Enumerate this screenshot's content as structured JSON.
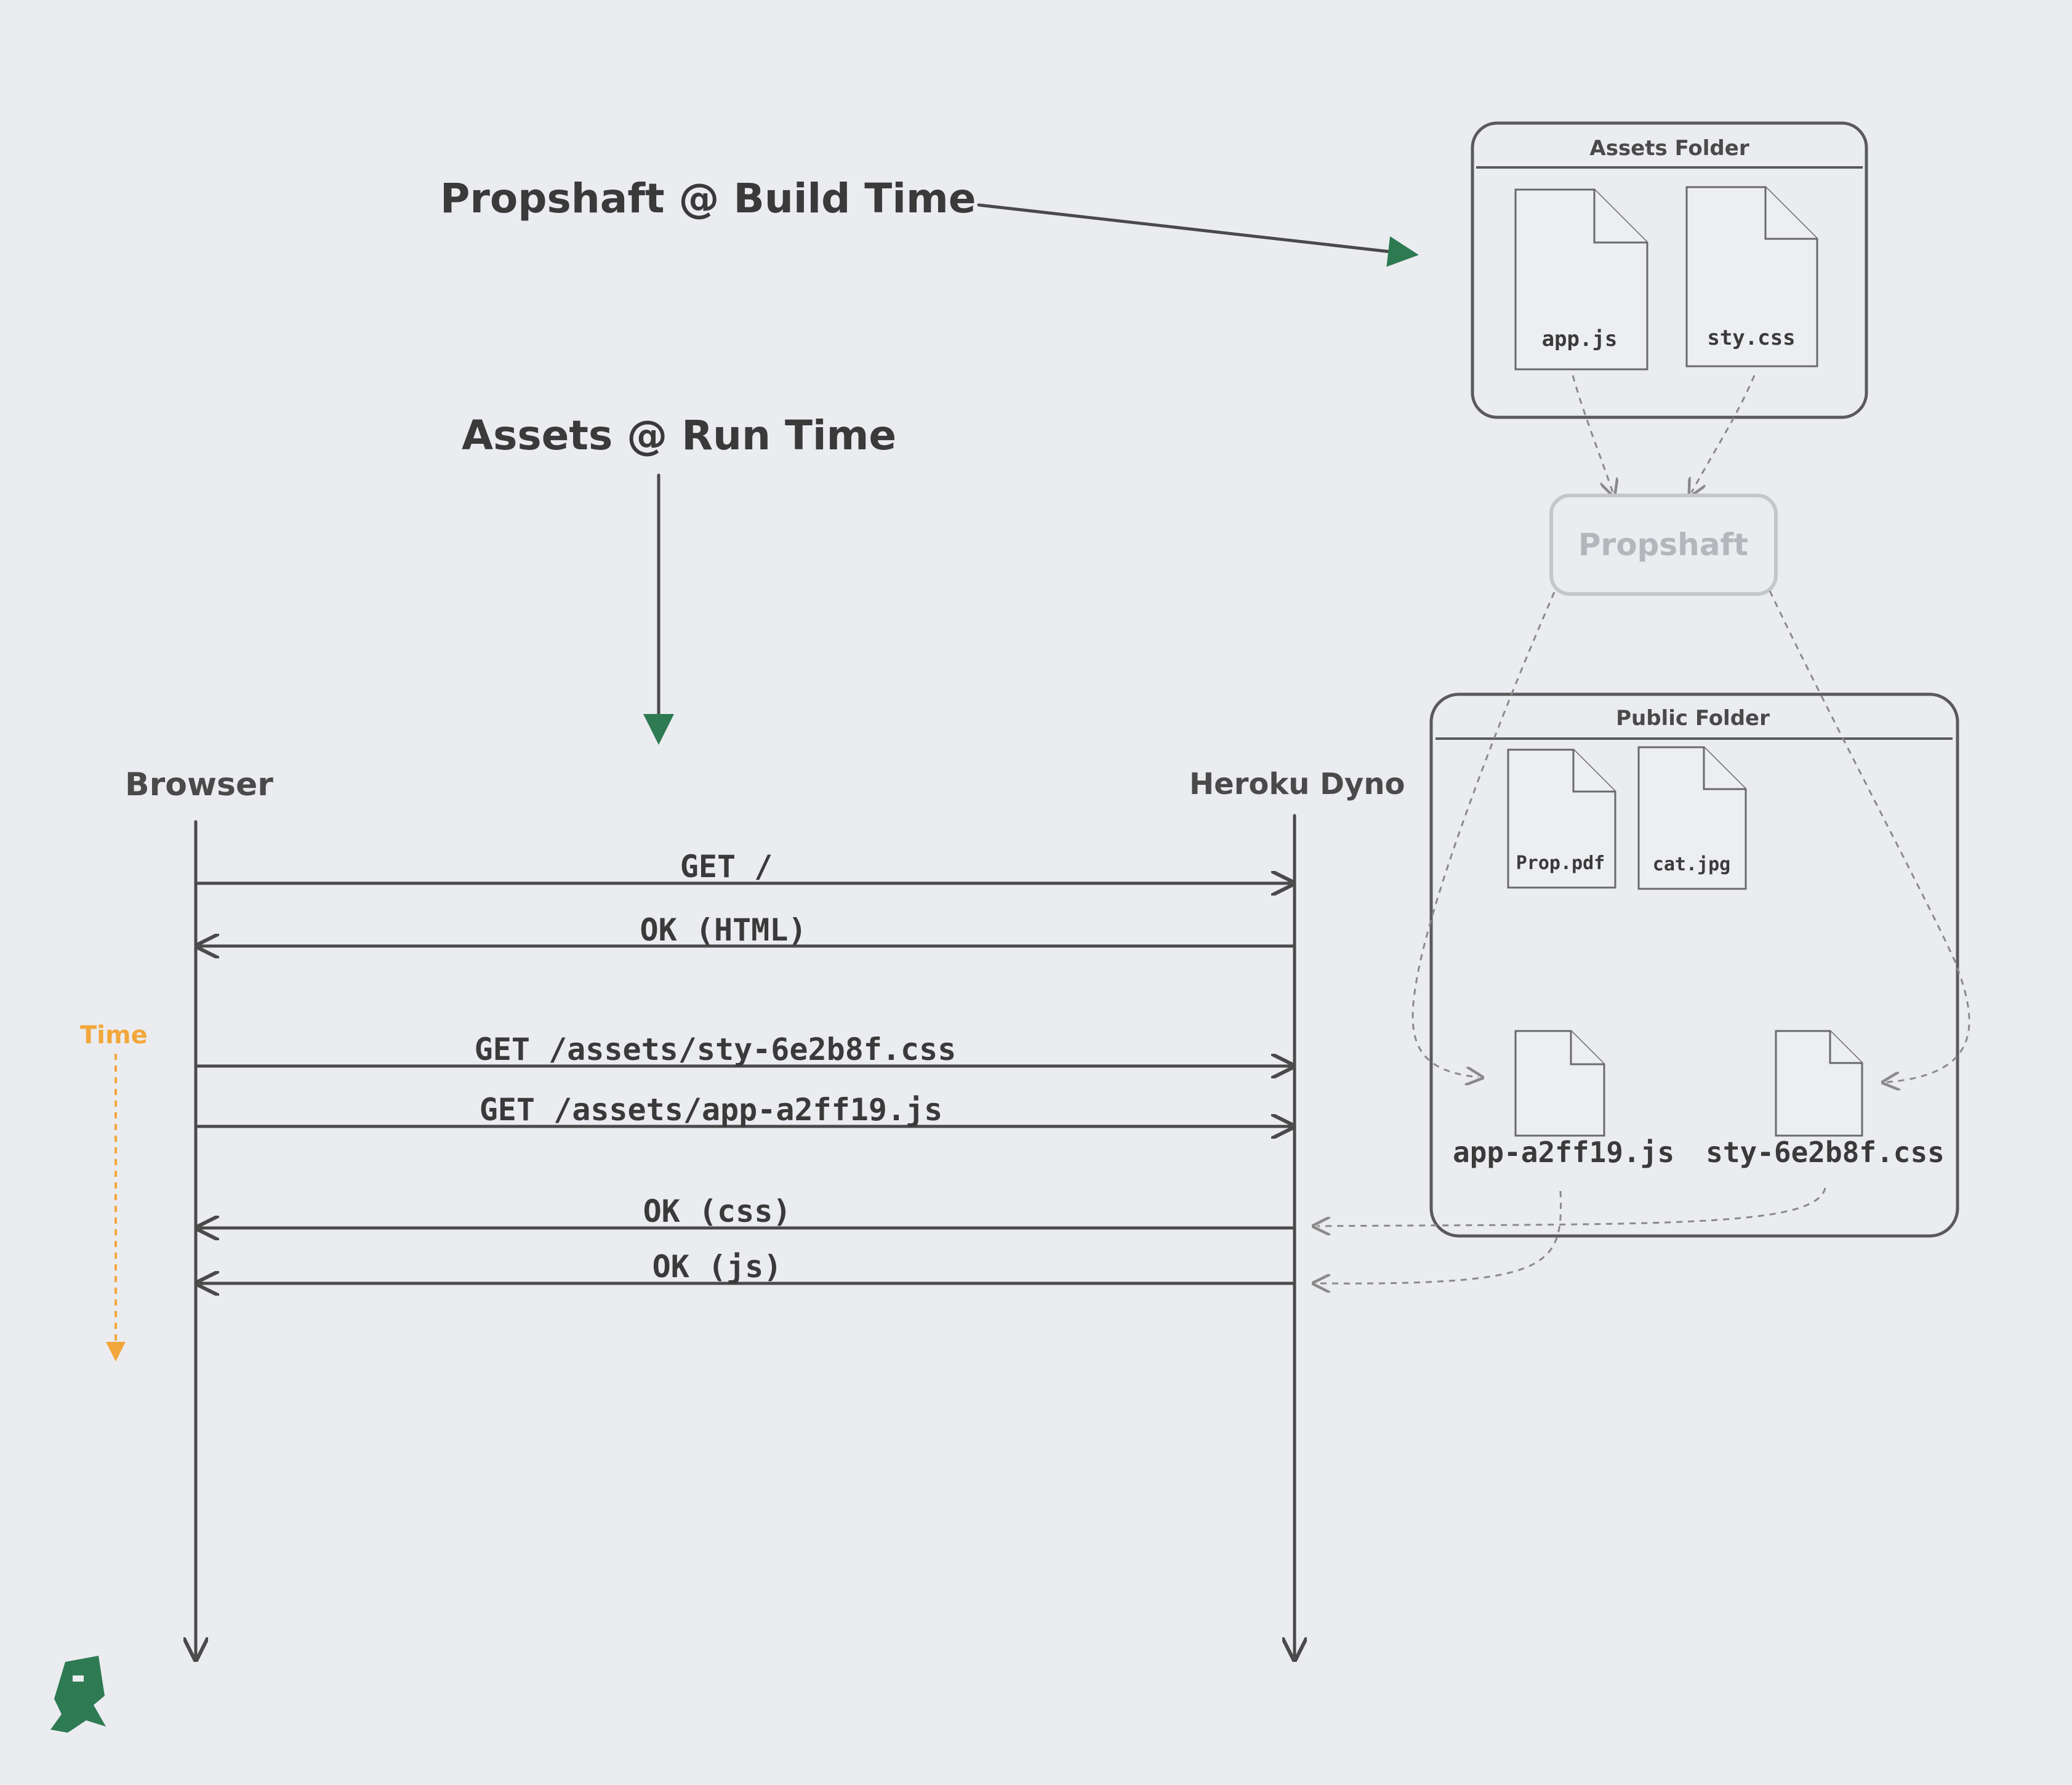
{
  "annotations": {
    "build_time": "Propshaft @ Build Time",
    "run_time": "Assets @ Run Time",
    "time": "Time"
  },
  "actors": {
    "browser": "Browser",
    "dyno": "Heroku Dyno"
  },
  "messages": [
    {
      "label": "GET /",
      "direction": "to-dyno"
    },
    {
      "label": "OK (HTML)",
      "direction": "to-browser"
    },
    {
      "label": "GET /assets/sty-6e2b8f.css",
      "direction": "to-dyno"
    },
    {
      "label": "GET /assets/app-a2ff19.js",
      "direction": "to-dyno"
    },
    {
      "label": "OK (css)",
      "direction": "to-browser"
    },
    {
      "label": "OK (js)",
      "direction": "to-browser"
    }
  ],
  "assets_folder": {
    "title": "Assets Folder",
    "files": [
      "app.js",
      "sty.css"
    ]
  },
  "propshaft": {
    "label": "Propshaft"
  },
  "public_folder": {
    "title": "Public Folder",
    "files": [
      "Prop.pdf",
      "cat.jpg"
    ],
    "outputs": [
      "app-a2ff19.js",
      "sty-6e2b8f.css"
    ]
  },
  "colors": {
    "background": "#ebecf0",
    "ink": "#4a4a4a",
    "accent_green": "#2e7a52",
    "accent_orange": "#f2a73b"
  },
  "icons": {
    "logo": "heroku-mascot-icon",
    "file": "document-icon"
  }
}
